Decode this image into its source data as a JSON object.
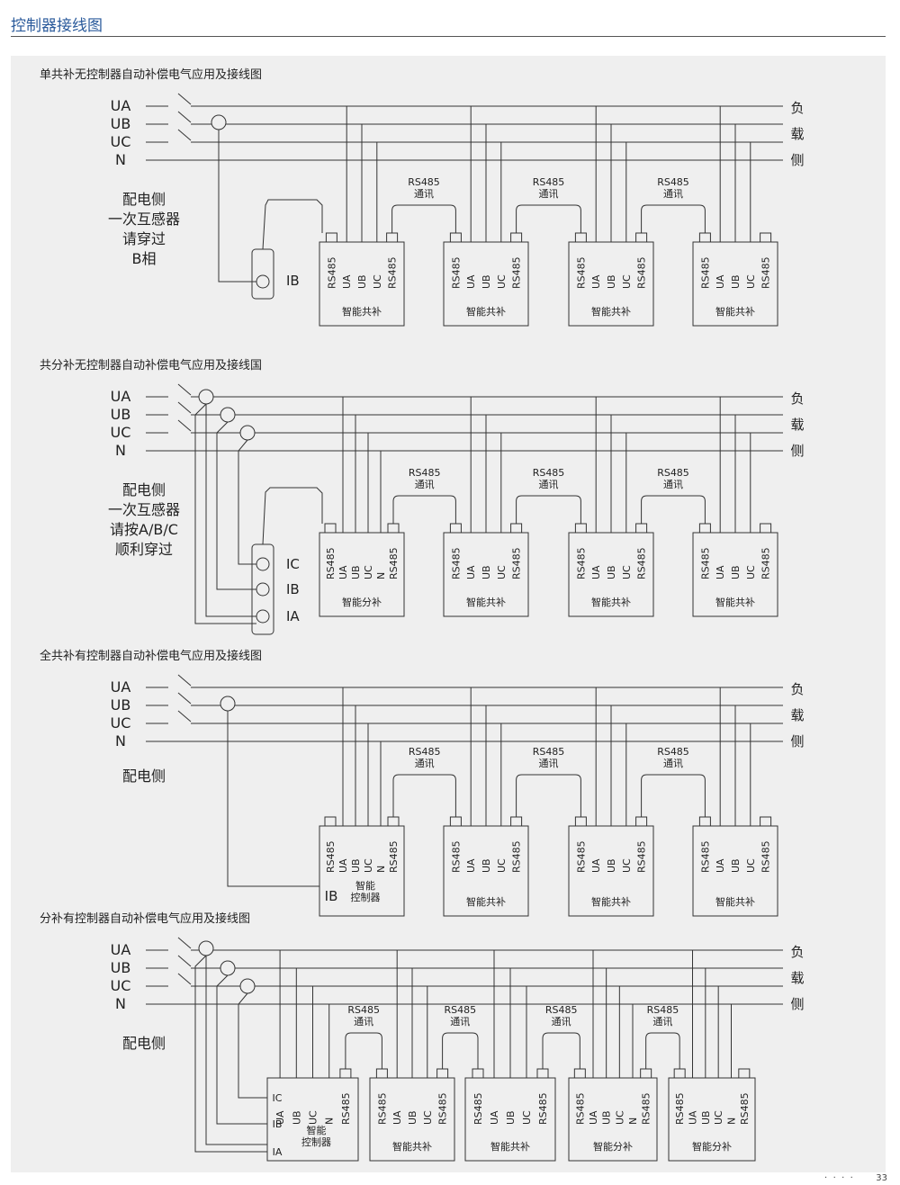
{
  "header": {
    "title": "控制器接线图"
  },
  "labels": {
    "phases": [
      "UA",
      "UB",
      "UC",
      "N"
    ],
    "load_side": [
      "负",
      "载",
      "侧"
    ],
    "rs485": "RS485",
    "comm": "通讯",
    "ua": "UA",
    "ub": "UB",
    "uc": "UC",
    "n": "N",
    "ia": "IA",
    "ib": "IB",
    "ic": "IC",
    "dist_side": "配电侧"
  },
  "diagrams": [
    {
      "title": "单共补无控制器自动补偿电气应用及接线图",
      "side_note": [
        "配电侧",
        "一次互感器",
        "请穿过",
        "B相"
      ],
      "modules": [
        "智能共补",
        "智能共补",
        "智能共补",
        "智能共补"
      ]
    },
    {
      "title": "共分补无控制器自动补偿电气应用及接线国",
      "side_note": [
        "配电侧",
        "一次互感器",
        "请按A/B/C",
        "顺利穿过"
      ],
      "modules": [
        "智能分补",
        "智能共补",
        "智能共补",
        "智能共补"
      ]
    },
    {
      "title": "全共补有控制器自动补偿电气应用及接线图",
      "side_note": [
        "配电侧"
      ],
      "controller": [
        "智能",
        "控制器"
      ],
      "modules": [
        "智能共补",
        "智能共补",
        "智能共补"
      ]
    },
    {
      "title": "分补有控制器自动补偿电气应用及接线图",
      "side_note": [
        "配电侧"
      ],
      "controller": [
        "智能",
        "控制器"
      ],
      "modules": [
        "智能共补",
        "智能共补",
        "智能分补",
        "智能分补"
      ]
    }
  ],
  "footer": {
    "text": "  ·  ·  ·  ·        33"
  }
}
